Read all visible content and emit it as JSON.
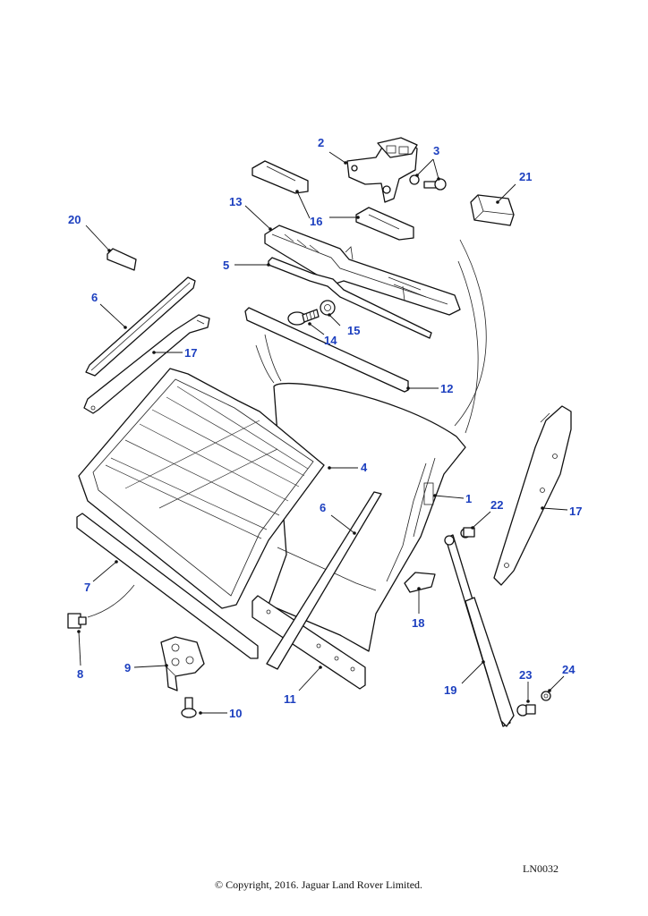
{
  "diagram": {
    "reference_code": "LN0032",
    "copyright": "© Copyright, 2016. Jaguar Land Rover Limited.",
    "callouts": {
      "c1": "1",
      "c2": "2",
      "c3": "3",
      "c4": "4",
      "c5": "5",
      "c6a": "6",
      "c6b": "6",
      "c7": "7",
      "c8": "8",
      "c9": "9",
      "c10": "10",
      "c11": "11",
      "c12": "12",
      "c13": "13",
      "c14": "14",
      "c15": "15",
      "c16": "16",
      "c17a": "17",
      "c17b": "17",
      "c18": "18",
      "c19": "19",
      "c20": "20",
      "c21": "21",
      "c22": "22",
      "c23": "23",
      "c24": "24"
    },
    "colors": {
      "callout": "#1c3fbf",
      "line": "#111111"
    }
  }
}
